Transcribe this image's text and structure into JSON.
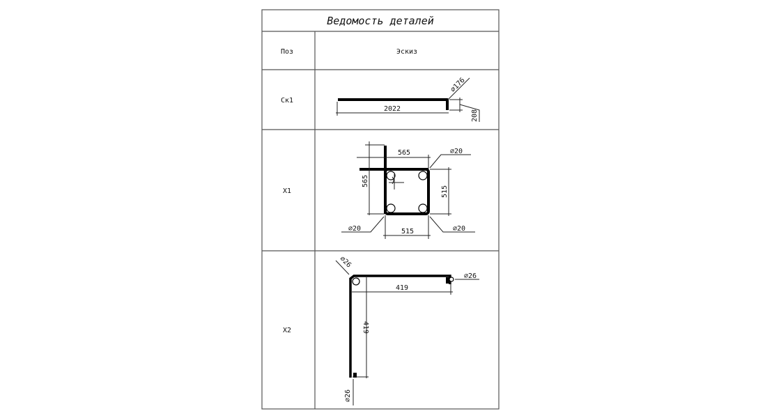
{
  "table": {
    "title": "Ведомость деталей",
    "headers": {
      "pos": "Поз",
      "sketch": "Эскиз"
    },
    "rows": [
      {
        "pos": "Ск1",
        "dims": {
          "length": "2022",
          "hook": "208",
          "diameter": "⌀176"
        }
      },
      {
        "pos": "Х1",
        "dims": {
          "top": "565",
          "left": "565",
          "right": "515",
          "bottom": "515",
          "dia_top_right": "⌀20",
          "dia_bottom_left": "⌀20",
          "dia_bottom_right": "⌀20"
        }
      },
      {
        "pos": "Х2",
        "dims": {
          "horizontal": "419",
          "vertical": "419",
          "dia_top_left": "⌀26",
          "dia_right": "⌀26",
          "dia_bottom": "⌀26"
        }
      }
    ]
  }
}
